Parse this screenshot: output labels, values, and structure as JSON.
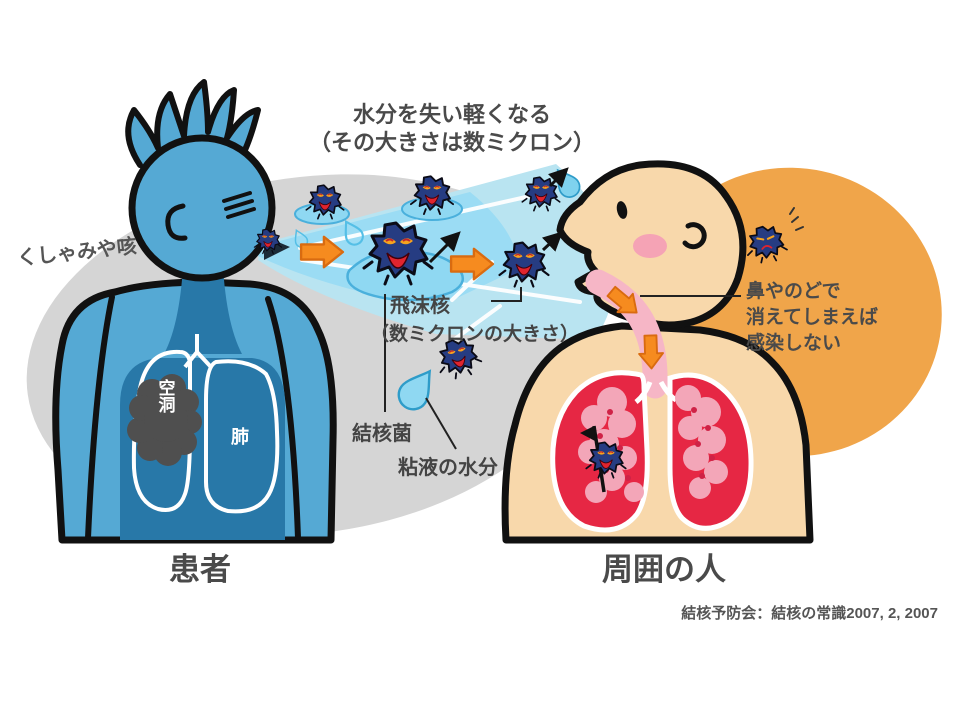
{
  "diagram_title_note": {
    "line1": "水分を失い軽くなる",
    "line2": "（その大きさは数ミクロン）"
  },
  "labels": {
    "sneeze_cough": "くしゃみや咳",
    "droplet_nuclei": "飛沫核",
    "droplet_nuclei_size": "（数ミクロンの大きさ）",
    "tb_bacteria": "結核菌",
    "mucus_moisture": "粘液の水分",
    "no_infection_line1": "鼻やのどで",
    "no_infection_line2": "消えてしまえば",
    "no_infection_line3": "感染しない",
    "patient": "患者",
    "surrounding_people": "周囲の人",
    "cavity": "空洞",
    "lung": "肺"
  },
  "footer": {
    "source": "結核予防会：結核の常識2007, 2, 2007"
  },
  "colors": {
    "patient_body_blue": "#55a9d4",
    "patient_lung_dark_blue": "#2878a8",
    "cavity_gray": "#4f4f4f",
    "skin_peach": "#f8d8ab",
    "lung_red": "#e62744",
    "alveoli_pink": "#f3a6b8",
    "trachea_pink": "#f6b6c6",
    "germ_navy": "#263c82",
    "germ_eye_orange": "#f6a41d",
    "germ_mouth_red": "#e0242e",
    "spray_light_blue": "#b9e4f1",
    "spray_core_blue": "#9bdcf4",
    "droplet_blue": "#8fd8f2",
    "background_gray": "#d5d5d5",
    "background_orange": "#f0a54a",
    "arrow_orange": "#f68b1f",
    "text_dark": "#4a4a4a"
  },
  "icons": {
    "germ": "tb-germ-icon",
    "droplet": "droplet-icon",
    "orange_arrow": "direction-arrow-icon",
    "black_arrow": "float-up-arrow-icon"
  }
}
